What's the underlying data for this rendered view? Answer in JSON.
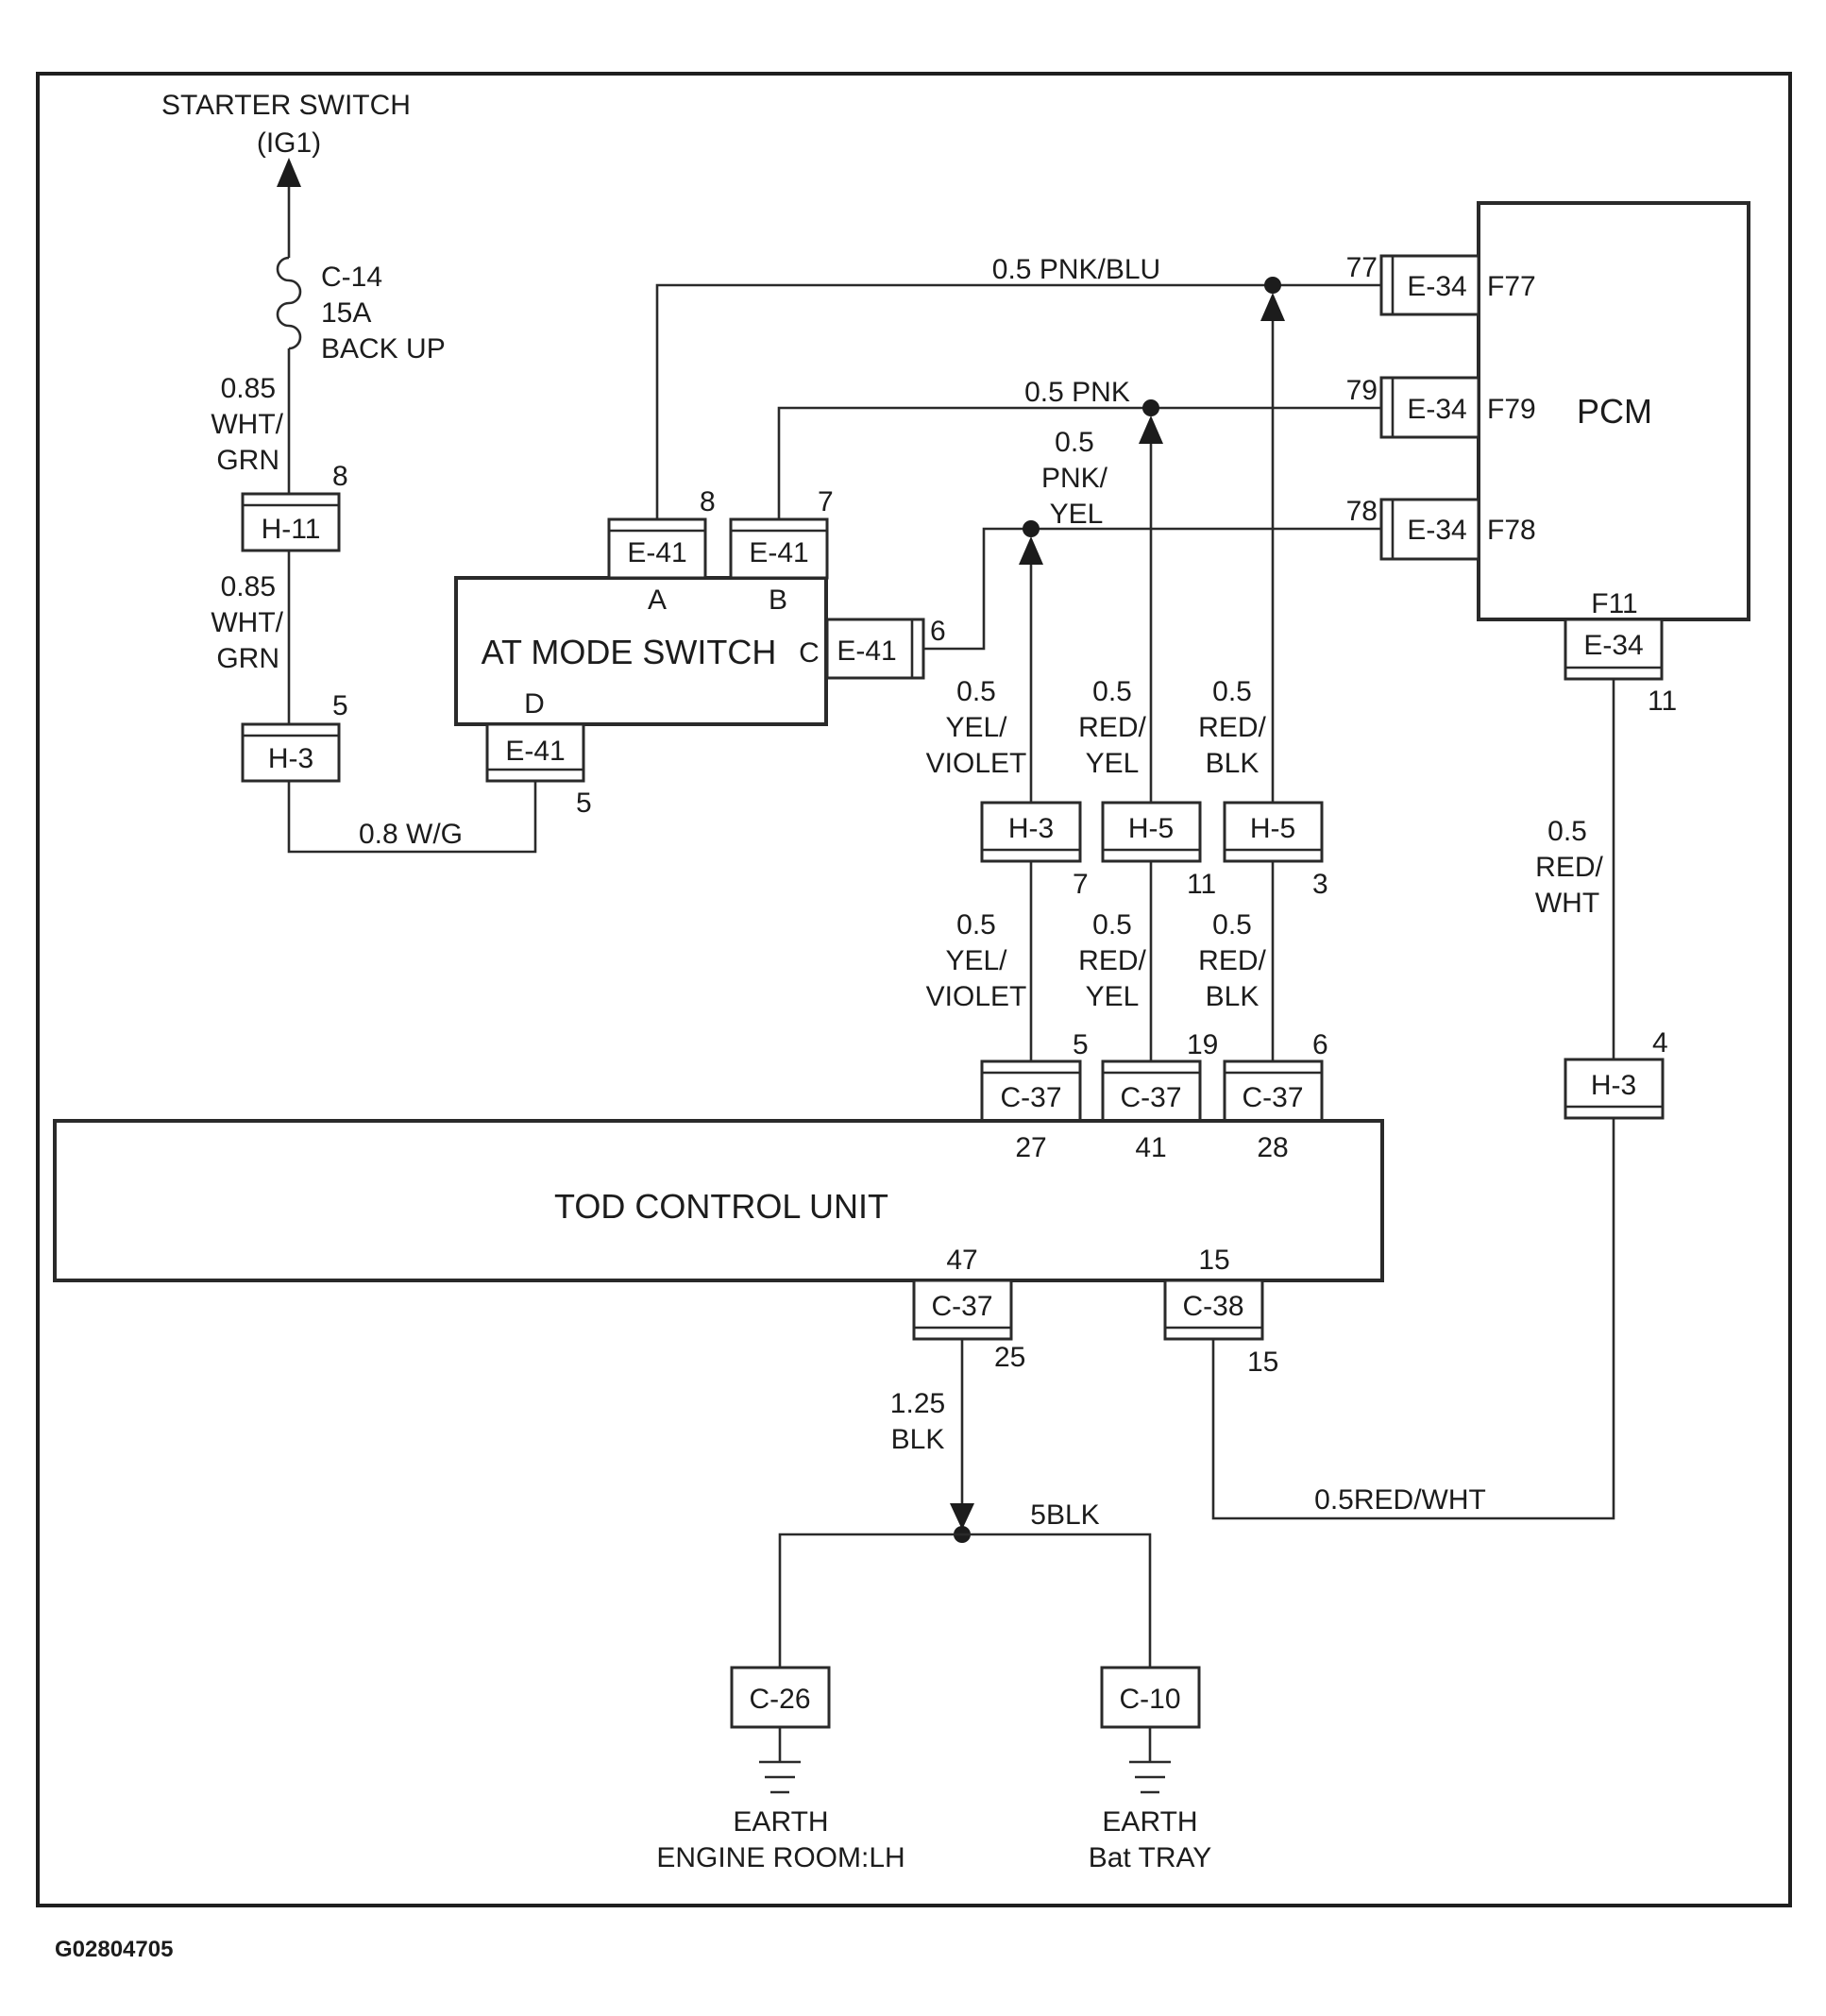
{
  "starter": {
    "line1": "STARTER SWITCH",
    "line2": "(IG1)"
  },
  "fuse": {
    "id": "C-14",
    "rating": "15A",
    "name": "BACK UP"
  },
  "wires": {
    "fuse_out": [
      "0.85",
      "WHT/",
      "GRN"
    ],
    "h11_out": [
      "0.85",
      "WHT/",
      "GRN"
    ],
    "wg": "0.8 W/G",
    "pnk_blu": "0.5 PNK/BLU",
    "pnk": "0.5 PNK",
    "pnk_yel": [
      "0.5",
      "PNK/",
      "YEL"
    ],
    "yel_violet_top": [
      "0.5",
      "YEL/",
      "VIOLET"
    ],
    "red_yel_top": [
      "0.5",
      "RED/",
      "YEL"
    ],
    "red_blk_top": [
      "0.5",
      "RED/",
      "BLK"
    ],
    "yel_violet_bot": [
      "0.5",
      "YEL/",
      "VIOLET"
    ],
    "red_yel_bot": [
      "0.5",
      "RED/",
      "YEL"
    ],
    "red_blk_bot": [
      "0.5",
      "RED/",
      "BLK"
    ],
    "red_wht_right": [
      "0.5",
      "RED/",
      "WHT"
    ],
    "blk_125": [
      "1.25",
      "BLK"
    ],
    "blk_5": "5BLK",
    "red_wht_bottom": "0.5RED/WHT"
  },
  "connectors": {
    "h11": "H-11",
    "h3_left": "H-3",
    "e41_a": "E-41",
    "e41_b": "E-41",
    "e41_c": "E-41",
    "e41_d": "E-41",
    "e34_77": "E-34",
    "e34_79": "E-34",
    "e34_78": "E-34",
    "e34_11": "E-34",
    "h3_mid": "H-3",
    "h5_mid": "H-5",
    "h5_right": "H-5",
    "c37_5": "C-37",
    "c37_19": "C-37",
    "c37_6": "C-37",
    "h3_right": "H-3",
    "c37_bottom": "C-37",
    "c38_bottom": "C-38",
    "c26": "C-26",
    "c10": "C-10"
  },
  "pins": {
    "h11": "8",
    "h3_left": "5",
    "e41_d": "5",
    "e41_a": "8",
    "e41_b": "7",
    "e41_c": "6",
    "e34_77": "77",
    "e34_79": "79",
    "e34_78": "78",
    "e34_11": "11",
    "h3_mid": "7",
    "h5_mid": "11",
    "h5_right": "3",
    "c37_5": "5",
    "c37_19": "19",
    "c37_6": "6",
    "h3_right": "4",
    "tod_27": "27",
    "tod_41": "41",
    "tod_28": "28",
    "tod_47": "47",
    "tod_15": "15",
    "c37_bottom": "25",
    "c38_bottom": "15"
  },
  "at_switch": {
    "label": "AT MODE SWITCH",
    "pin_a": "A",
    "pin_b": "B",
    "pin_c": "C",
    "pin_d": "D"
  },
  "pcm": {
    "label": "PCM",
    "f77": "F77",
    "f79": "F79",
    "f78": "F78",
    "f11": "F11"
  },
  "tod": {
    "label": "TOD CONTROL UNIT"
  },
  "earth_left": {
    "line1": "EARTH",
    "line2": "ENGINE ROOM:LH"
  },
  "earth_right": {
    "line1": "EARTH",
    "line2": "Bat TRAY"
  },
  "figure_id": "G02804705"
}
